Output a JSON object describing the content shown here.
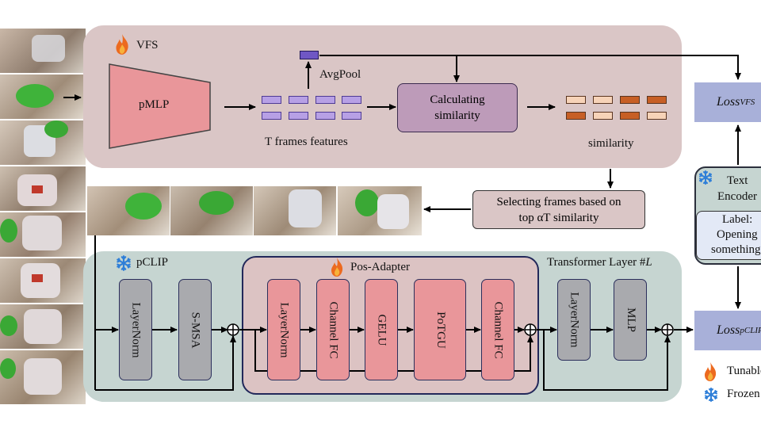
{
  "vfs": {
    "title": "VFS",
    "pmlp": "pMLP",
    "avgpool": "AvgPool",
    "features_caption": "T frames features",
    "calc_line1": "Calculating",
    "calc_line2": "similarity",
    "similarity_caption": "similarity"
  },
  "select": {
    "line1": "Selecting frames based on",
    "line2": "top αT similarity"
  },
  "pclip": {
    "title": "pCLIP",
    "layernorm": "LayerNorm",
    "smsa": "S-MSA",
    "transformer": "Transformer Layer #",
    "layer_var": "L",
    "layernorm2": "LayerNorm",
    "mlp": "MLP"
  },
  "adapter": {
    "title": "Pos-Adapter",
    "layernorm": "LayerNorm",
    "fc1": "Channel FC",
    "gelu": "GELU",
    "potgu": "PoTGU",
    "fc2": "Channel FC"
  },
  "loss": {
    "vfs_base": "Loss",
    "vfs_sub": "VFS",
    "pclip_base": "Loss",
    "pclip_sub": "pCLIP"
  },
  "text_encoder": {
    "line1": "Text",
    "line2": "Encoder",
    "label1": "Label:",
    "label2": "Opening",
    "label3": "something"
  },
  "legend": {
    "tunable": "Tunable",
    "frozen": "Frozen"
  },
  "icons": {
    "tunable": "flame-icon",
    "frozen": "snowflake-icon"
  },
  "colors": {
    "vfs_panel": "#dac6c6",
    "pclip_panel": "#c6d5d1",
    "adapter_module": "#e9969a",
    "frozen_module": "#a9aaae",
    "loss_box": "#a8b0d9",
    "feature": "#b7a0e5"
  },
  "similarity_cells": [
    {
      "row": 0,
      "shade": "light"
    },
    {
      "row": 0,
      "shade": "light"
    },
    {
      "row": 0,
      "shade": "dark"
    },
    {
      "row": 0,
      "shade": "dark"
    },
    {
      "row": 1,
      "shade": "dark"
    },
    {
      "row": 1,
      "shade": "light"
    },
    {
      "row": 1,
      "shade": "dark"
    },
    {
      "row": 1,
      "shade": "light"
    }
  ]
}
